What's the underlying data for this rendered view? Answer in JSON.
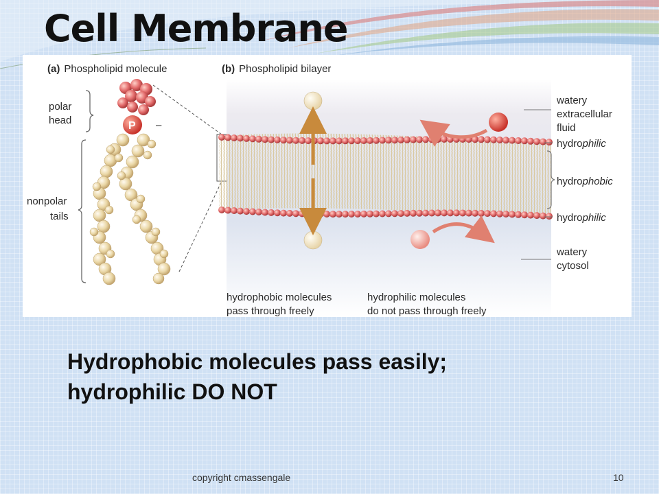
{
  "slide": {
    "title": "Cell Membrane",
    "body_line1": "Hydrophobic molecules pass easily;",
    "body_line2": "hydrophilic DO NOT",
    "footer_copyright": "copyright cmassengale",
    "page_number": "10"
  },
  "figure": {
    "panel_a_letter": "(a)",
    "panel_a_title": "Phospholipid molecule",
    "panel_b_letter": "(b)",
    "panel_b_title": "Phospholipid bilayer",
    "polar_head": [
      "polar",
      "head"
    ],
    "phosphate": "P",
    "charge": "–",
    "nonpolar_tails": [
      "nonpolar",
      "tails"
    ],
    "right_labels": {
      "extracellular": [
        "watery",
        "extracellular",
        "fluid"
      ],
      "hydrophilic_top_prefix": "hydro",
      "hydrophilic_top_suffix": "philic",
      "hydrophobic_prefix": "hydro",
      "hydrophobic_suffix": "phobic",
      "hydrophilic_bottom_prefix": "hydro",
      "hydrophilic_bottom_suffix": "philic",
      "cytosol": [
        "watery",
        "cytosol"
      ]
    },
    "bottom_captions": {
      "left": [
        "hydrophobic molecules",
        "pass through freely"
      ],
      "right": [
        "hydrophilic molecules",
        "do not pass through freely"
      ]
    },
    "colors": {
      "head": "#e26a6a",
      "tail": "#e8d6a8",
      "arrow_through": "#c88a3c",
      "arrow_blocked": "#e08070",
      "cytosol_bg": "#d9e3f3"
    }
  }
}
